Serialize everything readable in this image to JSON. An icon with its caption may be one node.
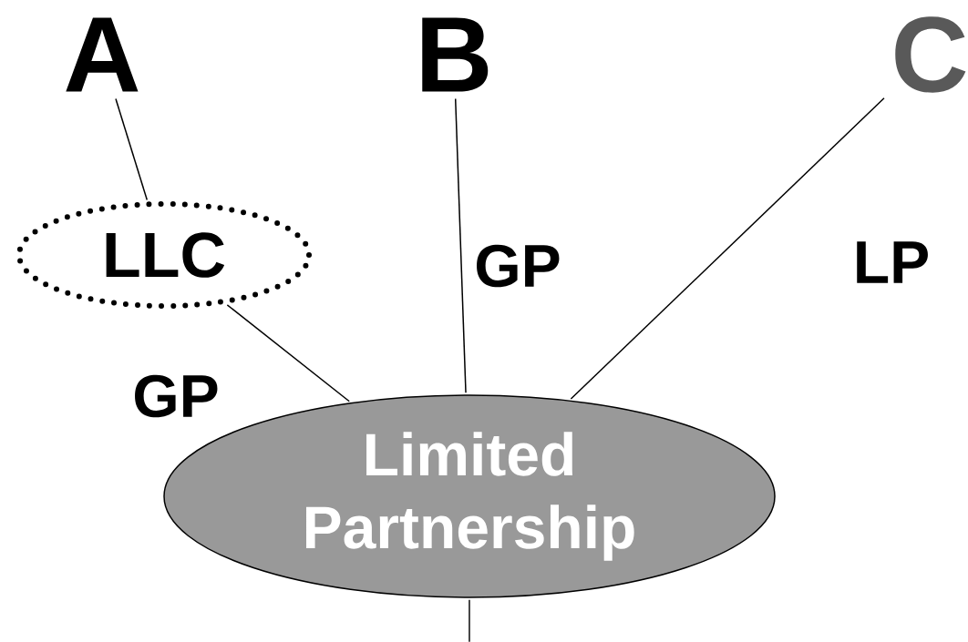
{
  "diagram": {
    "nodes": [
      {
        "text": [
          "A"
        ]
      },
      {
        "text": [
          "B"
        ]
      },
      {
        "text": [
          "C"
        ]
      },
      {
        "text": [
          "LLC"
        ]
      },
      {
        "text": [
          "Limited Partnership"
        ]
      }
    ],
    "edges": [
      {
        "from": 0,
        "to": 3,
        "arrow": "none"
      },
      {
        "from": 3,
        "to": 4,
        "arrow": "none",
        "label": "GP"
      },
      {
        "from": 1,
        "to": 4,
        "arrow": "none",
        "label": "GP"
      },
      {
        "from": 2,
        "to": 4,
        "arrow": "none",
        "label": "LP"
      },
      {
        "from": 4,
        "to": null,
        "arrow": "none"
      }
    ]
  }
}
